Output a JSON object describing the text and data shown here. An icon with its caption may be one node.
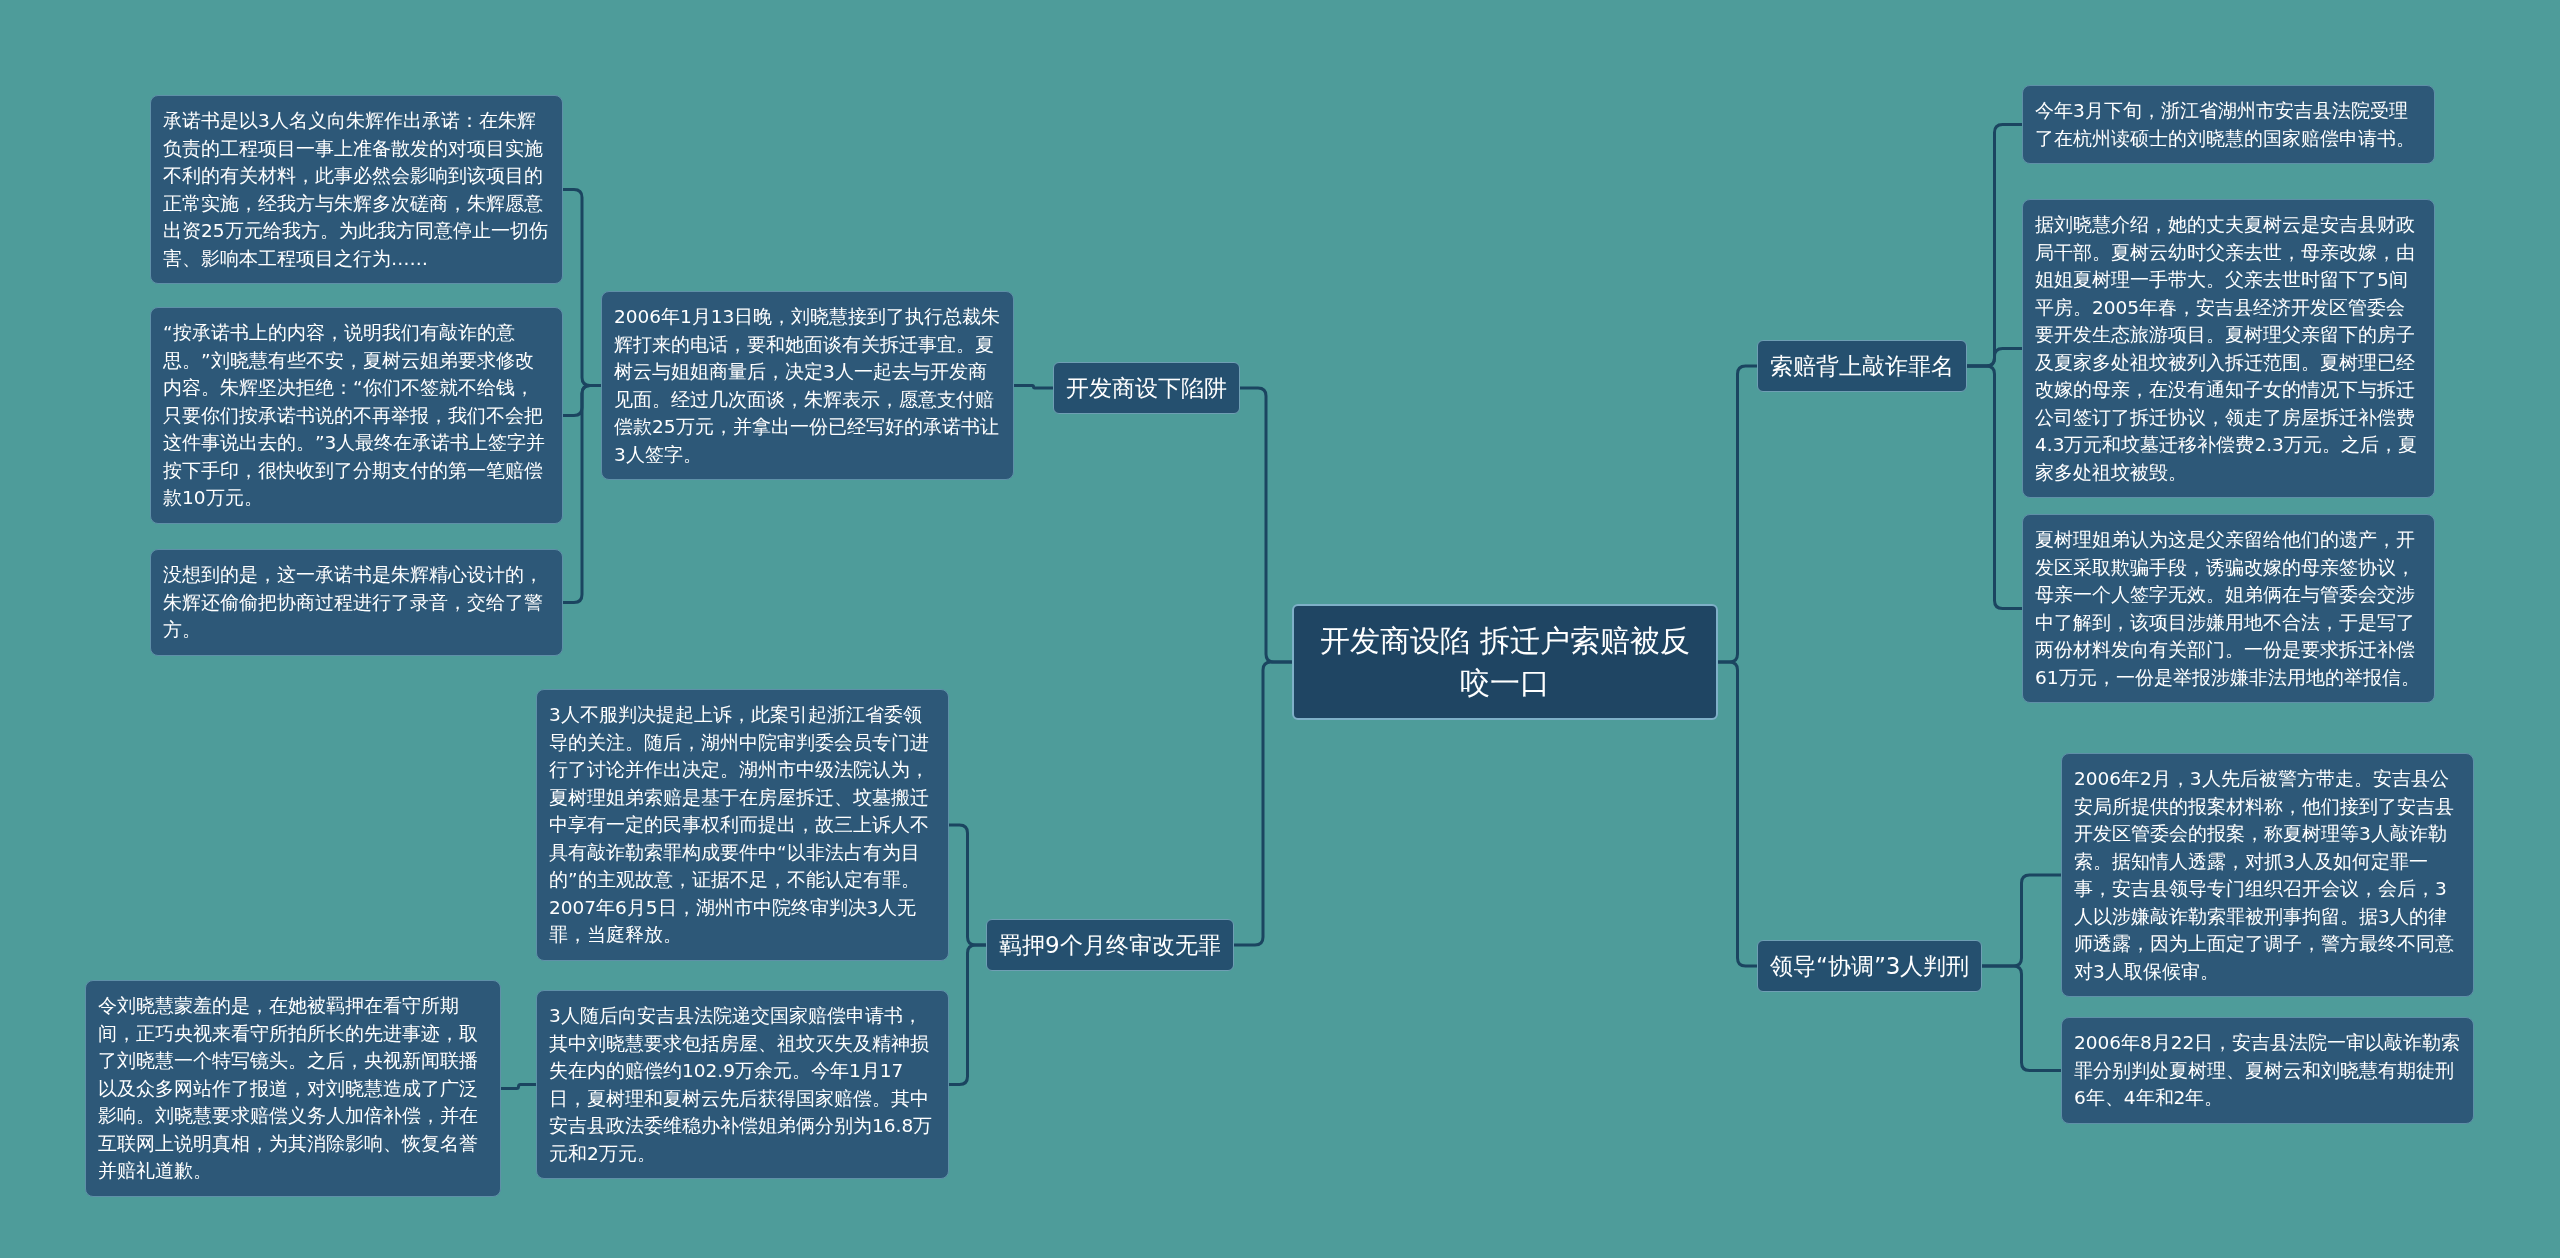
{
  "diagram": {
    "nodes": [
      {
        "text": [
          "开发商设陷 拆迁户索赔被反咬一口"
        ]
      },
      {
        "text": [
          "开发商设下陷阱"
        ]
      },
      {
        "text": [
          "2006年1月13日晚，刘晓慧接到了执行总裁朱辉打来的电话，要和她面谈有关拆迁事宜。夏树云与姐姐商量后，决定3人一起去与开发商见面。经过几次面谈，朱辉表示，愿意支付赔偿款25万元，并拿出一份已经写好的承诺书让3人签字。"
        ]
      },
      {
        "text": [
          "承诺书是以3人名义向朱辉作出承诺：在朱辉负责的工程项目一事上准备散发的对项目实施不利的有关材料，此事必然会影响到该项目的正常实施，经我方与朱辉多次磋商，朱辉愿意出资25万元给我方。为此我方同意停止一切伤害、影响本工程项目之行为……"
        ]
      },
      {
        "text": [
          "“按承诺书上的内容，说明我们有敲诈的意思。”刘晓慧有些不安，夏树云姐弟要求修改内容。朱辉坚决拒绝：“你们不签就不给钱，只要你们按承诺书说的不再举报，我们不会把这件事说出去的。”3人最终在承诺书上签字并按下手印，很快收到了分期支付的第一笔赔偿款10万元。"
        ]
      },
      {
        "text": [
          "没想到的是，这一承诺书是朱辉精心设计的，朱辉还偷偷把协商过程进行了录音，交给了警方。"
        ]
      },
      {
        "text": [
          "羁押9个月终审改无罪"
        ]
      },
      {
        "text": [
          "3人不服判决提起上诉，此案引起浙江省委领导的关注。随后，湖州中院审判委会员专门进行了讨论并作出决定。湖州市中级法院认为，夏树理姐弟索赔是基于在房屋拆迁、坟墓搬迁中享有一定的民事权利而提出，故三上诉人不具有敲诈勒索罪构成要件中“以非法占有为目的”的主观故意，证据不足，不能认定有罪。2007年6月5日，湖州市中院终审判决3人无罪，当庭释放。"
        ]
      },
      {
        "text": [
          "3人随后向安吉县法院递交国家赔偿申请书，其中刘晓慧要求包括房屋、祖坟灭失及精神损失在内的赔偿约102.9万余元。今年1月17日，夏树理和夏树云先后获得国家赔偿。其中安吉县政法委维稳办补偿姐弟俩分别为16.8万元和2万元。"
        ]
      },
      {
        "text": [
          "令刘晓慧蒙羞的是，在她被羁押在看守所期间，正巧央视来看守所拍所长的先进事迹，取了刘晓慧一个特写镜头。之后，央视新闻联播以及众多网站作了报道，对刘晓慧造成了广泛影响。刘晓慧要求赔偿义务人加倍补偿，并在互联网上说明真相，为其消除影响、恢复名誉并赔礼道歉。"
        ]
      },
      {
        "text": [
          "索赔背上敲诈罪名"
        ]
      },
      {
        "text": [
          "今年3月下旬，浙江省湖州市安吉县法院受理了在杭州读硕士的刘晓慧的国家赔偿申请书。"
        ]
      },
      {
        "text": [
          "据刘晓慧介绍，她的丈夫夏树云是安吉县财政局干部。夏树云幼时父亲去世，母亲改嫁，由姐姐夏树理一手带大。父亲去世时留下了5间平房。2005年春，安吉县经济开发区管委会要开发生态旅游项目。夏树理父亲留下的房子及夏家多处祖坟被列入拆迁范围。夏树理已经改嫁的母亲，在没有通知子女的情况下与拆迁公司签订了拆迁协议，领走了房屋拆迁补偿费4.3万元和坟墓迁移补偿费2.3万元。之后，夏家多处祖坟被毁。"
        ]
      },
      {
        "text": [
          "夏树理姐弟认为这是父亲留给他们的遗产，开发区采取欺骗手段，诱骗改嫁的母亲签协议，母亲一个人签字无效。姐弟俩在与管委会交涉中了解到，该项目涉嫌用地不合法，于是写了两份材料发向有关部门。一份是要求拆迁补偿61万元，一份是举报涉嫌非法用地的举报信。"
        ]
      },
      {
        "text": [
          "领导“协调”3人判刑"
        ]
      },
      {
        "text": [
          "2006年2月，3人先后被警方带走。安吉县公安局所提供的报案材料称，他们接到了安吉县开发区管委会的报案，称夏树理等3人敲诈勒索。据知情人透露，对抓3人及如何定罪一事，安吉县领导专门组织召开会议，会后，3人以涉嫌敲诈勒索罪被刑事拘留。据3人的律师透露，因为上面定了调子，警方最终不同意对3人取保候审。"
        ]
      },
      {
        "text": [
          "2006年8月22日，安吉县法院一审以敲诈勒索罪分别判处夏树理、夏树云和刘晓慧有期徒刑6年、4年和2年。"
        ]
      }
    ],
    "edges": [
      {
        "from": 0,
        "to": 1,
        "arrow": "none"
      },
      {
        "from": 1,
        "to": 2,
        "arrow": "none"
      },
      {
        "from": 2,
        "to": 3,
        "arrow": "none"
      },
      {
        "from": 2,
        "to": 4,
        "arrow": "none"
      },
      {
        "from": 2,
        "to": 5,
        "arrow": "none"
      },
      {
        "from": 0,
        "to": 6,
        "arrow": "none"
      },
      {
        "from": 6,
        "to": 7,
        "arrow": "none"
      },
      {
        "from": 6,
        "to": 8,
        "arrow": "none"
      },
      {
        "from": 8,
        "to": 9,
        "arrow": "none"
      },
      {
        "from": 0,
        "to": 10,
        "arrow": "none"
      },
      {
        "from": 10,
        "to": 11,
        "arrow": "none"
      },
      {
        "from": 10,
        "to": 12,
        "arrow": "none"
      },
      {
        "from": 10,
        "to": 13,
        "arrow": "none"
      },
      {
        "from": 0,
        "to": 14,
        "arrow": "none"
      },
      {
        "from": 14,
        "to": 15,
        "arrow": "none"
      },
      {
        "from": 14,
        "to": 16,
        "arrow": "none"
      }
    ]
  }
}
